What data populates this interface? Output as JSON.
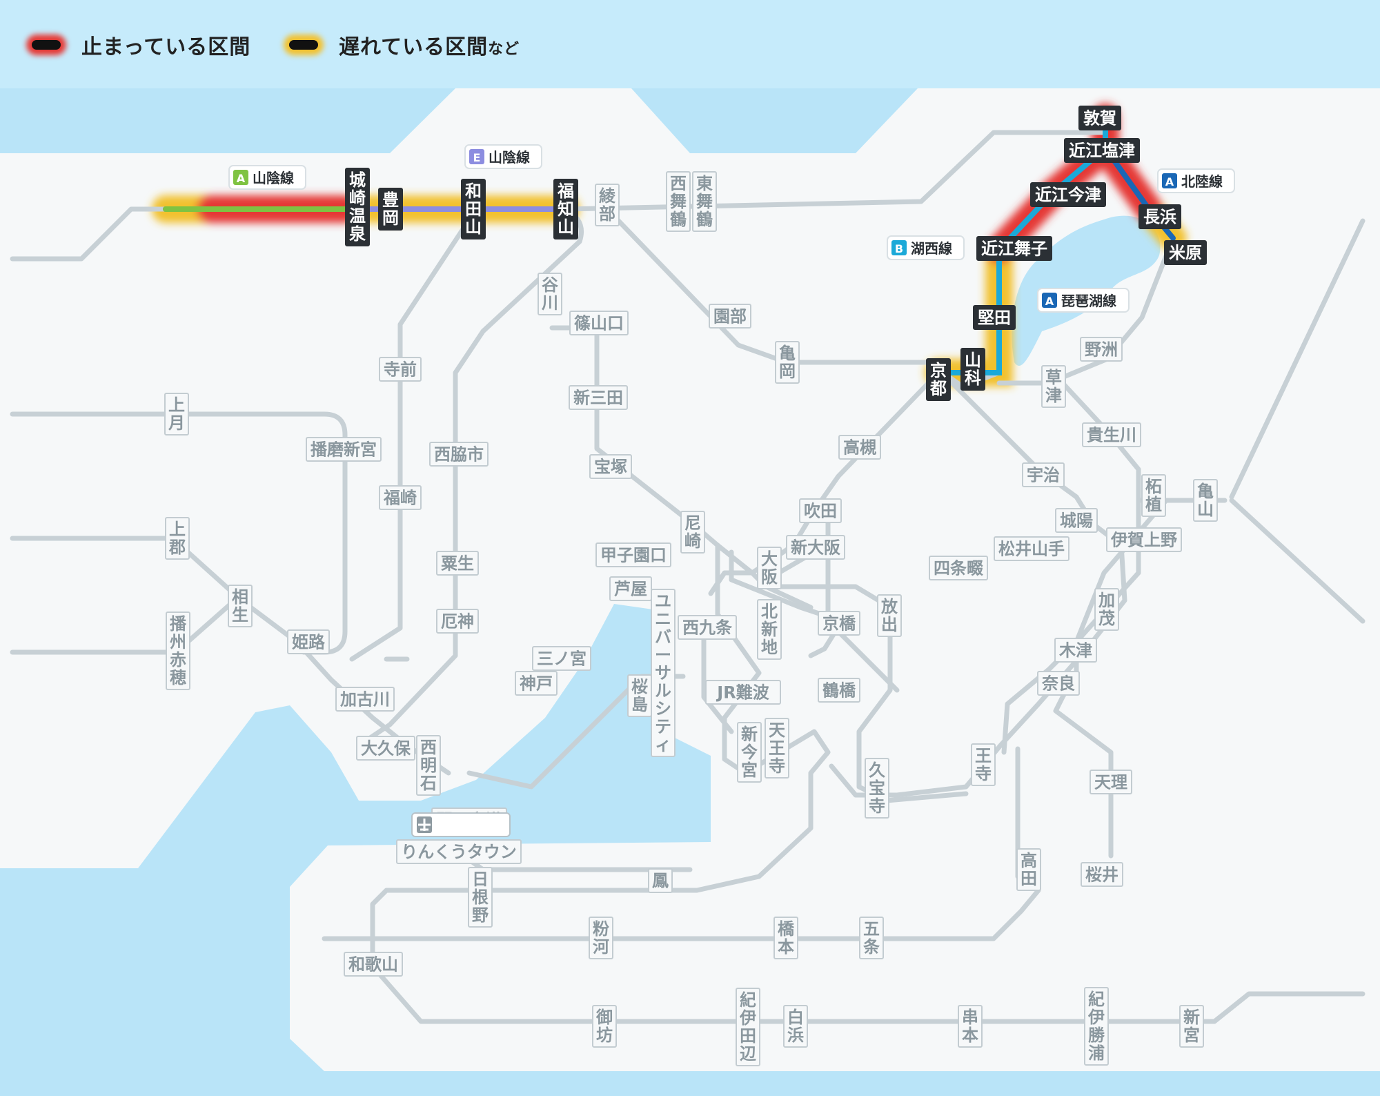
{
  "colors": {
    "stopped": "#e53935",
    "delayed": "#f2c12e",
    "sea": "#b9e4f8",
    "land": "#f6f8f9",
    "track": "#c7d0d5"
  },
  "legend": {
    "stopped_label": "止まっている区間",
    "delayed_label": "遅れている区間",
    "delayed_suffix": "など"
  },
  "line_labels": {
    "sanin_a": {
      "badge": "A",
      "name": "山陰線"
    },
    "sanin_e": {
      "badge": "E",
      "name": "山陰線"
    },
    "hokuriku": {
      "badge": "A",
      "name": "北陸線"
    },
    "kosei": {
      "badge": "B",
      "name": "湖西線"
    },
    "biwako": {
      "badge": "A",
      "name": "琵琶湖線"
    }
  },
  "stations": {
    "kinosaki": "城崎温泉",
    "toyooka": "豊岡",
    "wadayama": "和田山",
    "fukuchiyama": "福知山",
    "ayabe": "綾部",
    "nishimaizuru": "西舞鶴",
    "higashimaizuru": "東舞鶴",
    "tsuruga": "敦賀",
    "omishiotsu": "近江塩津",
    "omiimazu": "近江今津",
    "omimaiko": "近江舞子",
    "nagahama": "長浜",
    "maibara": "米原",
    "katata": "堅田",
    "yamashina": "山科",
    "kyoto": "京都",
    "kusatsu": "草津",
    "yasu": "野洲",
    "kibukawa": "貴生川",
    "tsuge": "柘植",
    "kameyama": "亀山",
    "igaueno": "伊賀上野",
    "kamo": "加茂",
    "kizu": "木津",
    "nara": "奈良",
    "joyo": "城陽",
    "uji": "宇治",
    "matsuiyamate": "松井山手",
    "shijonawate": "四条畷",
    "hanaten": "放出",
    "kyobashi": "京橋",
    "tsuruhashi": "鶴橋",
    "kyuhoji": "久宝寺",
    "oji": "王寺",
    "tenri": "天理",
    "sakurai": "桜井",
    "takada": "高田",
    "gojo": "五条",
    "hashimoto": "橋本",
    "kokawa": "粉河",
    "wakayama": "和歌山",
    "gobo": "御坊",
    "kiitanabe": "紀伊田辺",
    "shirahama": "白浜",
    "kushimoto": "串本",
    "kiikatsuura": "紀伊勝浦",
    "shingu": "新宮",
    "hineno": "日根野",
    "otori": "鳳",
    "rinku": "りんくうタウン",
    "kix": "関西空港",
    "tennoji": "天王寺",
    "shinimamiya": "新今宮",
    "jrnamba": "JR難波",
    "nishikujo": "西九条",
    "sakurajima": "桜島",
    "usj": "ユニバーサルシティ",
    "kitashinchi": "北新地",
    "osaka": "大阪",
    "shinosaka": "新大阪",
    "suita": "吹田",
    "takatsuki": "高槻",
    "amagasaki": "尼崎",
    "koshienguchi": "甲子園口",
    "ashiya": "芦屋",
    "sannomiya": "三ノ宮",
    "kobe": "神戸",
    "nishiakashi": "西明石",
    "okubo": "大久保",
    "kakogawa": "加古川",
    "himeji": "姫路",
    "aioi": "相生",
    "banshuako": "播州赤穂",
    "kamigori": "上郡",
    "kozuki": "上月",
    "harimashingu": "播磨新宮",
    "teramae": "寺前",
    "fukusaki": "福崎",
    "nishiwakishi": "西脇市",
    "ao": "粟生",
    "yakujin": "厄神",
    "tanigawa": "谷川",
    "sasayamaguchi": "篠山口",
    "shinsanda": "新三田",
    "takarazuka": "宝塚",
    "sonobe": "園部",
    "kameoka": "亀岡"
  }
}
